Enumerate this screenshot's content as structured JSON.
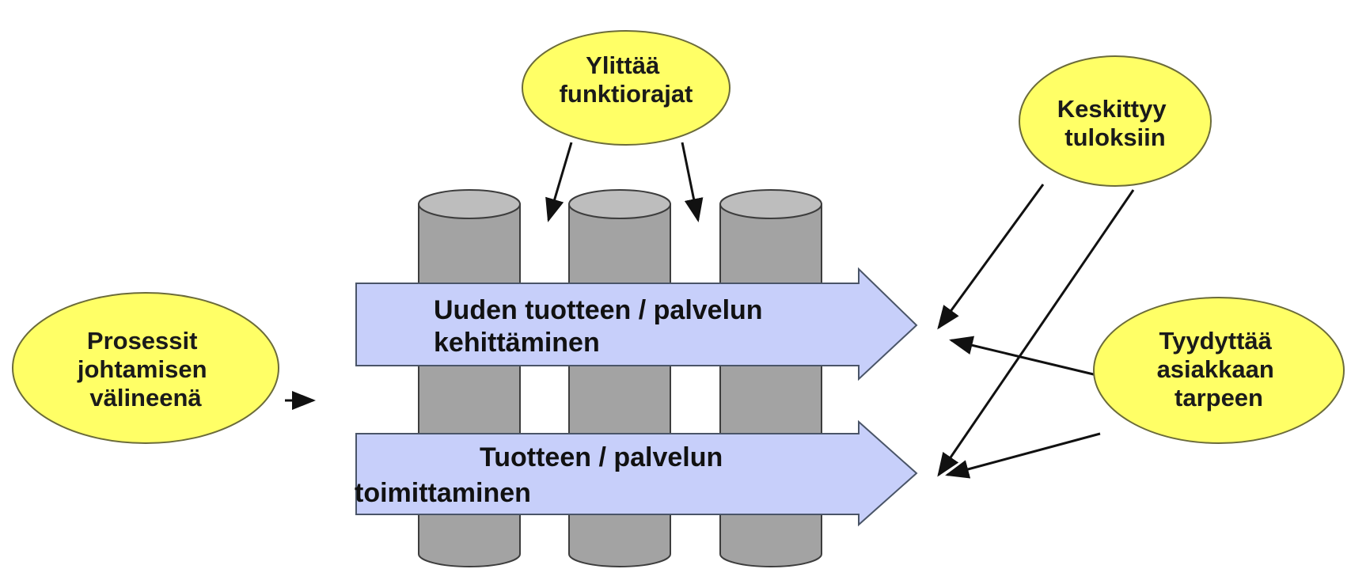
{
  "colors": {
    "bubble_fill": "#ffff66",
    "bubble_stroke": "#6b6b3a",
    "pillar_fill": "#a3a3a3",
    "pillar_top": "#bdbdbd",
    "pillar_stroke": "#3d3d3d",
    "process_fill": "#c7cffa",
    "process_stroke": "#4a5568",
    "connector": "#111111"
  },
  "bubbles": {
    "cross_functions": {
      "lines": [
        "Ylittää",
        "funktiorajat"
      ]
    },
    "focus_results": {
      "lines": [
        "Keskittyy",
        "tuloksiin"
      ]
    },
    "management_tool": {
      "lines": [
        "Prosessit",
        "johtamisen",
        "välineenä"
      ]
    },
    "customer_needs": {
      "lines": [
        "Tyydyttää",
        "asiakkaan",
        "tarpeen"
      ]
    }
  },
  "processes": {
    "development": {
      "lines": [
        "Uuden tuotteen / palvelun",
        "kehittäminen"
      ]
    },
    "delivery": {
      "lines": [
        "Tuotteen / palvelun",
        "toimittaminen"
      ]
    }
  }
}
